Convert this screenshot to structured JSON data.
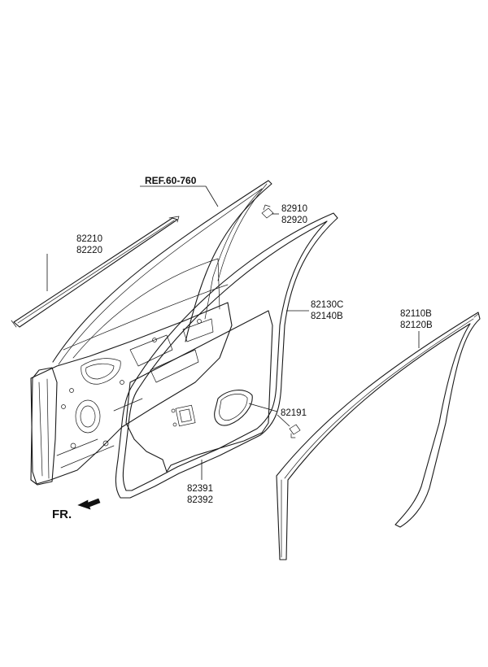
{
  "diagram": {
    "callouts": {
      "ref": "REF.60-760",
      "belt_molding": [
        "82210",
        "82220"
      ],
      "hole_cover": [
        "82910",
        "82920"
      ],
      "door_weatherstrip": [
        "82130C",
        "82140B"
      ],
      "opening_weatherstrip": [
        "82110B",
        "82120B"
      ],
      "clip": "82191",
      "trim_seal": [
        "82391",
        "82392"
      ]
    },
    "front_indicator": "FR."
  }
}
